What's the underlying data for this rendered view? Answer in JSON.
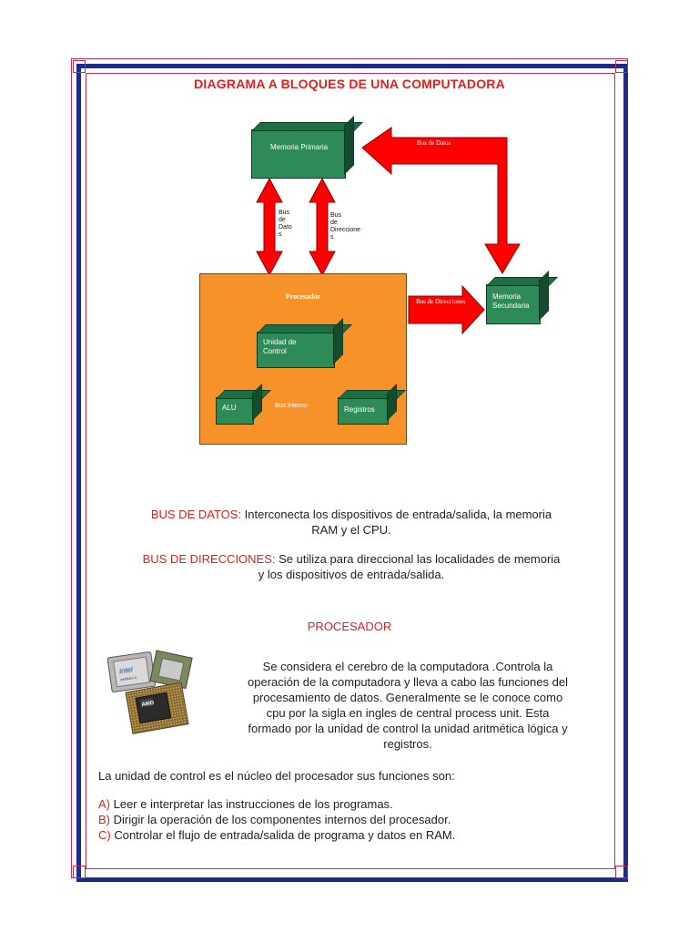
{
  "title": "DIAGRAMA A BLOQUES DE UNA COMPUTADORA",
  "diagram": {
    "memoria_primaria": "Memoria Primaria",
    "memoria_secundaria_1": "Memoria",
    "memoria_secundaria_2": "Secundaria",
    "procesador": "Procesador",
    "unidad_control_1": "Unidad de",
    "unidad_control_2": "Control",
    "alu": "ALU",
    "registros": "Registros",
    "bus_datos_top": "Bus de Datos",
    "bus_direcciones_right": "Bus de Direcciones",
    "bus_interno": "Bus Interno",
    "bus_datos_vertical": [
      "Bus",
      "de",
      "Dato",
      "s"
    ],
    "bus_direcciones_vertical": [
      "Bus",
      "de",
      "Direccione",
      "s"
    ]
  },
  "bus_datos": {
    "label": "BUS DE DATOS:",
    "text1": " Interconecta los dispositivos de entrada/salida, la memoria",
    "text2": "RAM y el CPU."
  },
  "bus_direcciones": {
    "label": "BUS DE DIRECCIONES:",
    "text1": " Se utiliza para direccional las localidades de memoria",
    "text2": "y los dispositivos de entrada/salida."
  },
  "procesador_heading": "PROCESADOR",
  "procesador_text": [
    "Se considera el cerebro de la computadora .Controla la",
    "operación de la computadora y lleva a cabo las funciones del",
    "procesamiento de datos. Generalmente se le conoce como",
    "cpu por la sigla en ingles de central process unit. Esta",
    "formado por la unidad de control la unidad aritmética lógica y",
    "registros."
  ],
  "chip_labels": {
    "intel": "intel",
    "pentium": "pentium 4",
    "amd": "AMD"
  },
  "unidad_control_intro": "La unidad de control es el núcleo del procesador  sus funciones son:",
  "funciones": [
    {
      "letter": "A)",
      "text": " Leer e interpretar las instrucciones de los programas."
    },
    {
      "letter": "B)",
      "text": " Dirigir la operación de los componentes internos del procesador."
    },
    {
      "letter": "C)",
      "text": " Controlar el flujo de entrada/salida de programa y datos en RAM."
    }
  ],
  "colors": {
    "accent_red": "#e0201c",
    "border_blue": "#1e2a8c",
    "box_green": "#2e8b57",
    "processor_orange": "#f7922a",
    "arrow_red": "#ff0000"
  }
}
